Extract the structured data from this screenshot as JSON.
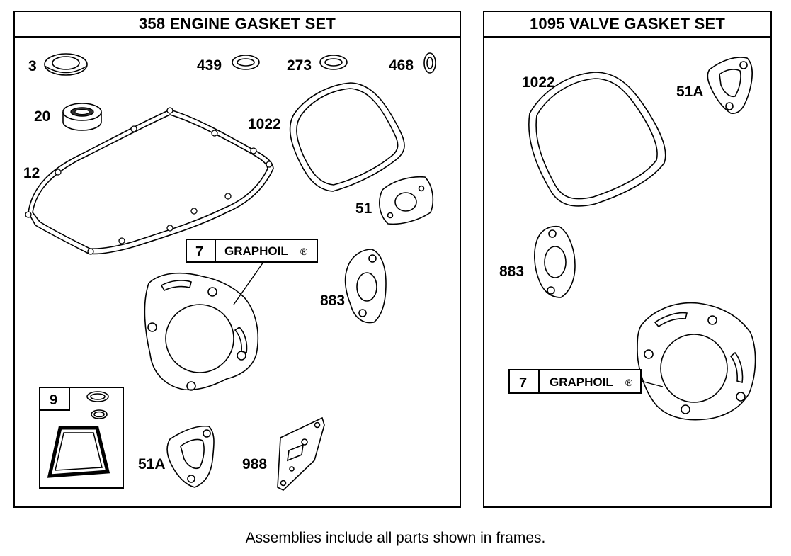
{
  "left_panel": {
    "title": "358  ENGINE GASKET SET",
    "labels": {
      "p3": "3",
      "p439": "439",
      "p273": "273",
      "p468": "468",
      "p20": "20",
      "p1022": "1022",
      "p12": "12",
      "p51": "51",
      "p883": "883",
      "p51a": "51A",
      "p988": "988"
    },
    "callout": {
      "number": "7",
      "text": "GRAPHOIL",
      "mark": "®"
    },
    "kit_box": {
      "number": "9"
    }
  },
  "right_panel": {
    "title": "1095 VALVE GASKET SET",
    "labels": {
      "p1022": "1022",
      "p51a": "51A",
      "p883": "883"
    },
    "callout": {
      "number": "7",
      "text": "GRAPHOIL",
      "mark": "®"
    }
  },
  "footer": {
    "note": "Assemblies include all parts shown in frames."
  }
}
